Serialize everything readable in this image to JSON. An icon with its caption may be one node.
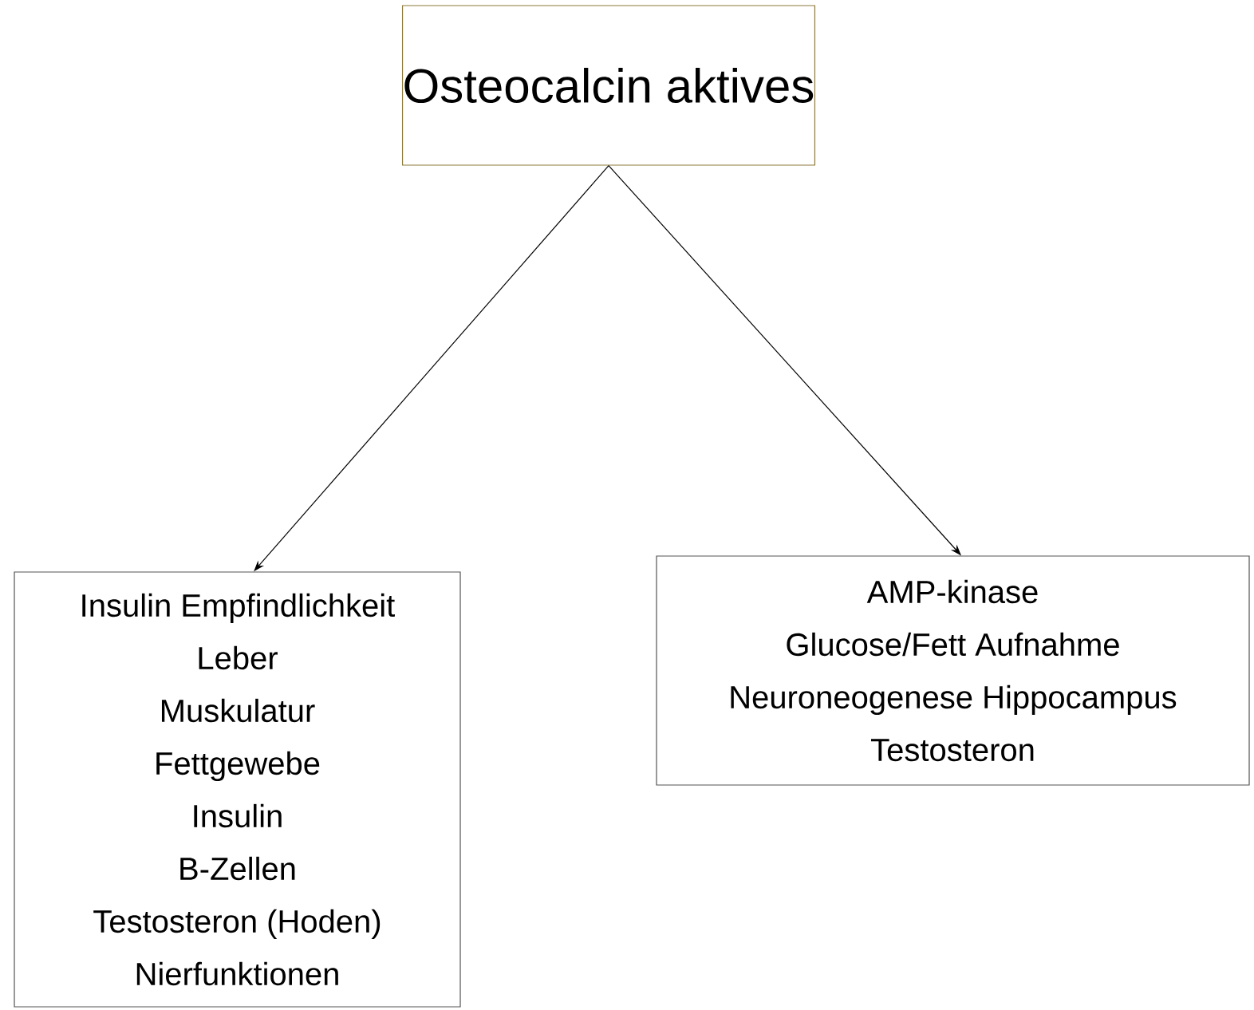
{
  "diagram": {
    "nodes": [
      {
        "text": [
          "Osteocalcin aktives"
        ]
      },
      {
        "text": [
          "Insulin Empfindlichkeit",
          "Leber",
          "Muskulatur",
          "Fettgewebe",
          "Insulin",
          "B-Zellen",
          "Testosteron (Hoden)",
          "Nierfunktionen"
        ]
      },
      {
        "text": [
          "AMP-kinase",
          "Glucose/Fett Aufnahme",
          "Neuroneogenese Hippocampus",
          "Testosteron"
        ]
      }
    ],
    "edges": [
      {
        "from": 0,
        "to": 1,
        "arrow": "to"
      },
      {
        "from": 0,
        "to": 2,
        "arrow": "to"
      }
    ]
  }
}
